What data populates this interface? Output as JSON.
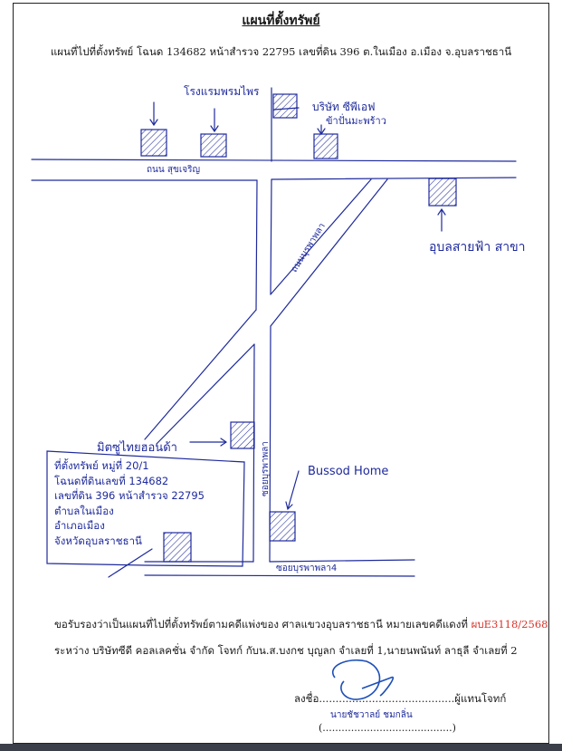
{
  "document": {
    "title": "แผนที่ตั้งทรัพย์",
    "subtitle": "แผนที่ไปที่ตั้งทรัพย์ โฉนด 134682 หน้าสำรวจ 22795 เลขที่ดิน 396 ต.ในเมือง อ.เมือง จ.อุบลราชธานี"
  },
  "map": {
    "label_hotel": "โรงแรมพรมไพร",
    "label_company": "บริษัท ซีพีเอฟ",
    "label_company_sub": "ข้าปั่นมะพร้าว",
    "label_road_top": "ถนน สุขเจริญ",
    "label_road_diag": "ถนนบุรพาพลา",
    "label_road_vertical": "ซอยบุรพาพลา",
    "label_ubon": "อุบลสายฟ้า สาขา",
    "label_mitsu": "มิตซูไทยฮอนด้า",
    "label_bussod": "Bussod Home",
    "label_soi_bottom": "ซอยบุรพาพลา4",
    "property_lines": [
      "ที่ตั้งทรัพย์ หมู่ที่ 20/1",
      "โฉนดที่ดินเลขที่ 134682",
      "เลขที่ดิน 396 หน้าสำรวจ 22795",
      "ตำบลในเมือง",
      "อำเภอเมือง",
      "จังหวัดอุบลราชธานี"
    ]
  },
  "certification": {
    "line1_prefix": "ขอรับรองว่าเป็นแผนที่ไปที่ตั้งทรัพย์ตามคดีแพ่งของ ศาลแขวงอุบลราชธานี หมายเลขคดีแดงที่ ",
    "case_number": "ผบE3118/2568",
    "line2": "ระหว่าง บริษัทซีดี คอลเลคชั่น จำกัด โจทก์ กับน.ส.บงกช บุญลก จำเลยที่ 1,นายนพนันท์ ลาธุลี จำเลยที่ 2"
  },
  "signature": {
    "line": "ลงชื่อ.........................................ผู้แทนโจทก์",
    "name": "นายชัชวาลย์ ชมกลิ่น",
    "paren": "(.........................................)"
  },
  "colors": {
    "ink": "#1e2a9c",
    "case_number": "#d9342b"
  }
}
